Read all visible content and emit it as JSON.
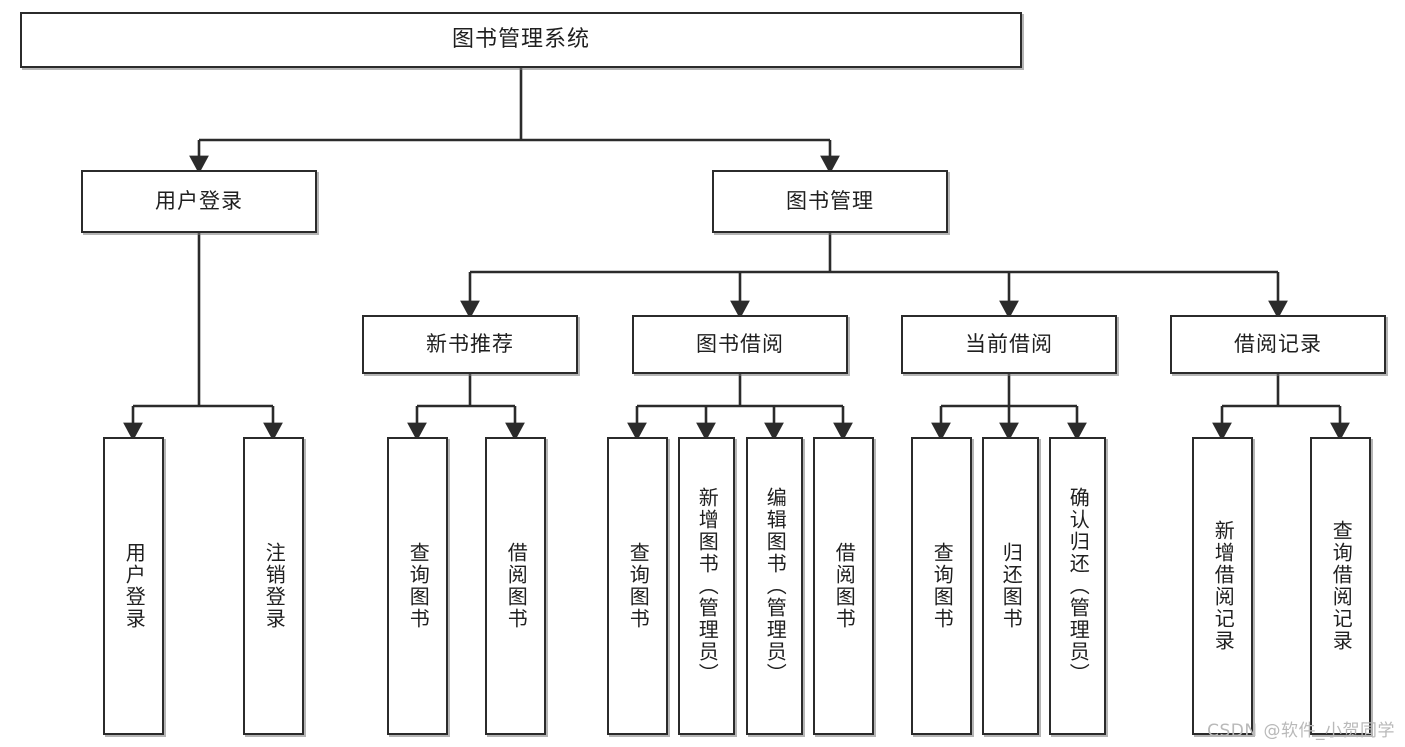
{
  "diagram": {
    "title": "图书管理系统",
    "type": "tree",
    "colors": {
      "box_border": "#2b2b2b",
      "box_fill": "#ffffff",
      "connector": "#2b2b2b",
      "text": "#1f1f1f",
      "watermark": "#b9b9b9"
    },
    "root": {
      "id": "root",
      "label": "图书管理系统"
    },
    "level2": [
      {
        "id": "user-login",
        "label": "用户登录"
      },
      {
        "id": "book-management",
        "label": "图书管理"
      }
    ],
    "level3": [
      {
        "id": "new-book-recommend",
        "label": "新书推荐",
        "parent": "book-management"
      },
      {
        "id": "book-borrow",
        "label": "图书借阅",
        "parent": "book-management"
      },
      {
        "id": "current-borrow",
        "label": "当前借阅",
        "parent": "book-management"
      },
      {
        "id": "borrow-record",
        "label": "借阅记录",
        "parent": "book-management"
      }
    ],
    "leaves": [
      {
        "id": "leaf-user-login",
        "label": "用户登录",
        "parent": "user-login"
      },
      {
        "id": "leaf-logout-login",
        "label": "注销登录",
        "parent": "user-login"
      },
      {
        "id": "leaf-query-book-1",
        "label": "查询图书",
        "parent": "new-book-recommend"
      },
      {
        "id": "leaf-borrow-book-1",
        "label": "借阅图书",
        "parent": "new-book-recommend"
      },
      {
        "id": "leaf-query-book-2",
        "label": "查询图书",
        "parent": "book-borrow"
      },
      {
        "id": "leaf-add-book",
        "label": "新增图书（管理员）",
        "parent": "book-borrow"
      },
      {
        "id": "leaf-edit-book",
        "label": "编辑图书（管理员）",
        "parent": "book-borrow"
      },
      {
        "id": "leaf-borrow-book-2",
        "label": "借阅图书",
        "parent": "book-borrow"
      },
      {
        "id": "leaf-query-book-3",
        "label": "查询图书",
        "parent": "current-borrow"
      },
      {
        "id": "leaf-return-book",
        "label": "归还图书",
        "parent": "current-borrow"
      },
      {
        "id": "leaf-confirm-return",
        "label": "确认归还（管理员）",
        "parent": "current-borrow"
      },
      {
        "id": "leaf-add-record",
        "label": "新增借阅记录",
        "parent": "borrow-record"
      },
      {
        "id": "leaf-query-record",
        "label": "查询借阅记录",
        "parent": "borrow-record"
      }
    ],
    "watermark": "CSDN @软件_小贺同学"
  }
}
